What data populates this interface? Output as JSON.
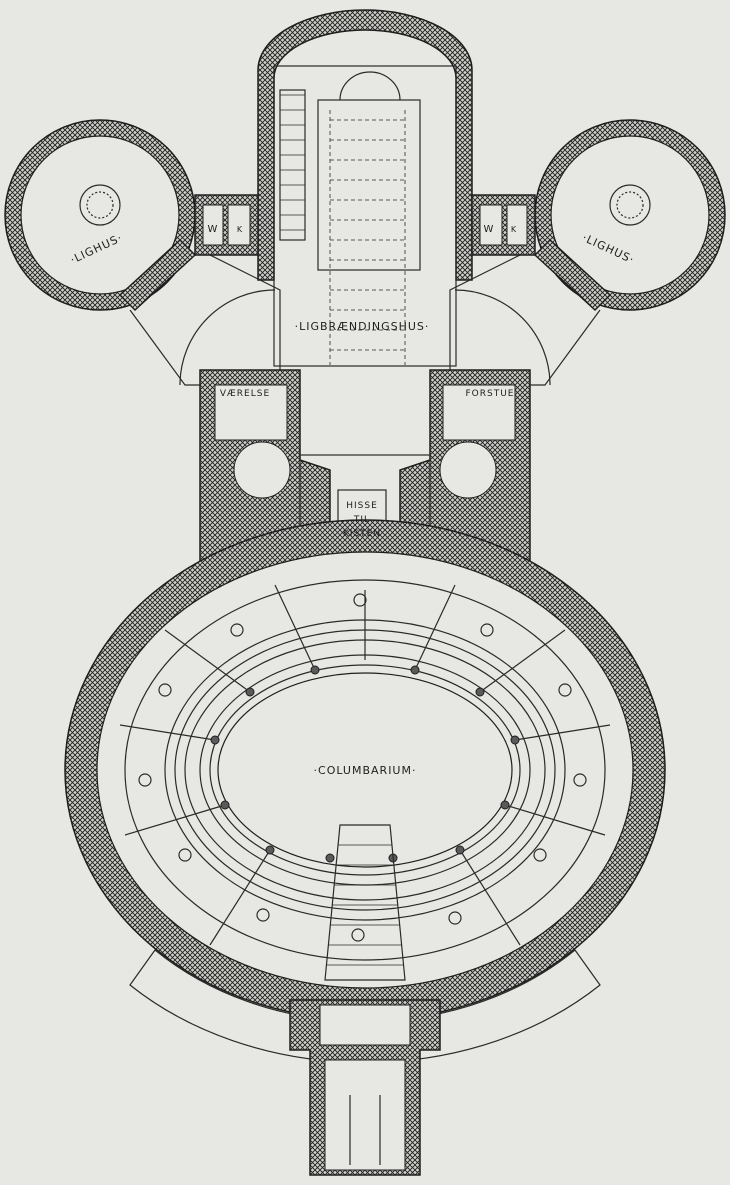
{
  "labels": {
    "left_chapel": "·LIGHUS·",
    "right_chapel": "·LIGHUS·",
    "left_wc": "W",
    "left_wc_sub": "K",
    "right_wc": "W",
    "right_wc_sub": "K",
    "crematorium_hall": "·LIGBRÆNDINGSHUS·",
    "left_room": "VÆRELSE",
    "right_room": "FORSTUE",
    "lift_line1": "HISSE",
    "lift_line2": "TIL",
    "lift_line3": "KISTEN",
    "columbarium": "·COLUMBARIUM·"
  },
  "colors": {
    "paper": "#e7e8e3",
    "ink": "#1e1e1e"
  }
}
